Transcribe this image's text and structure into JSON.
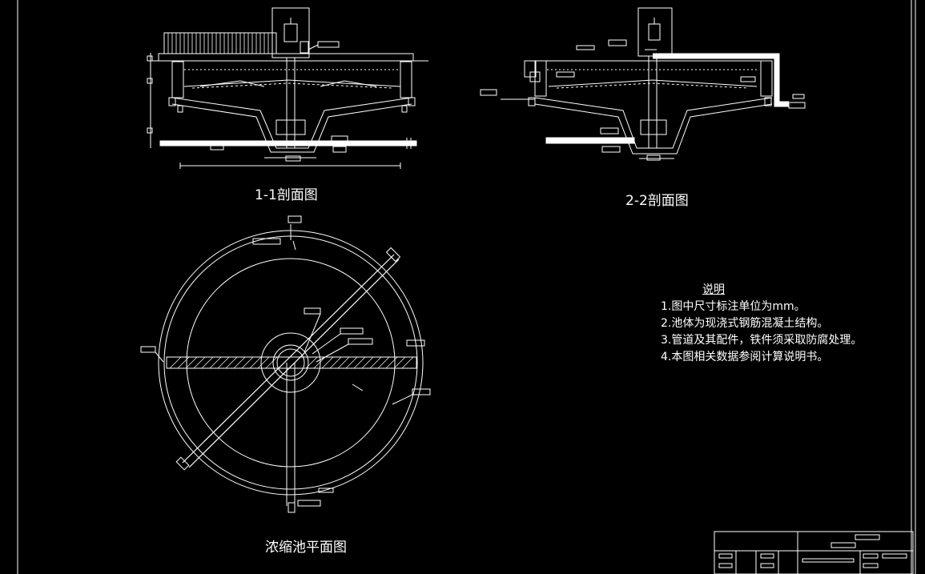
{
  "titles": {
    "section_1": "1-1剖面图",
    "section_2": "2-2剖面图",
    "plan": "浓缩池平面图"
  },
  "notes": {
    "heading": "说明",
    "items": [
      "1.图中尺寸标注单位为mm。",
      "2.池体为现浇式钢筋混凝土结构。",
      "3.管道及其配件，铁件须采取防腐处理。",
      "4.本图相关数据参阅计算说明书。"
    ]
  },
  "colors": {
    "background": "#000000",
    "lines": "#ffffff"
  }
}
